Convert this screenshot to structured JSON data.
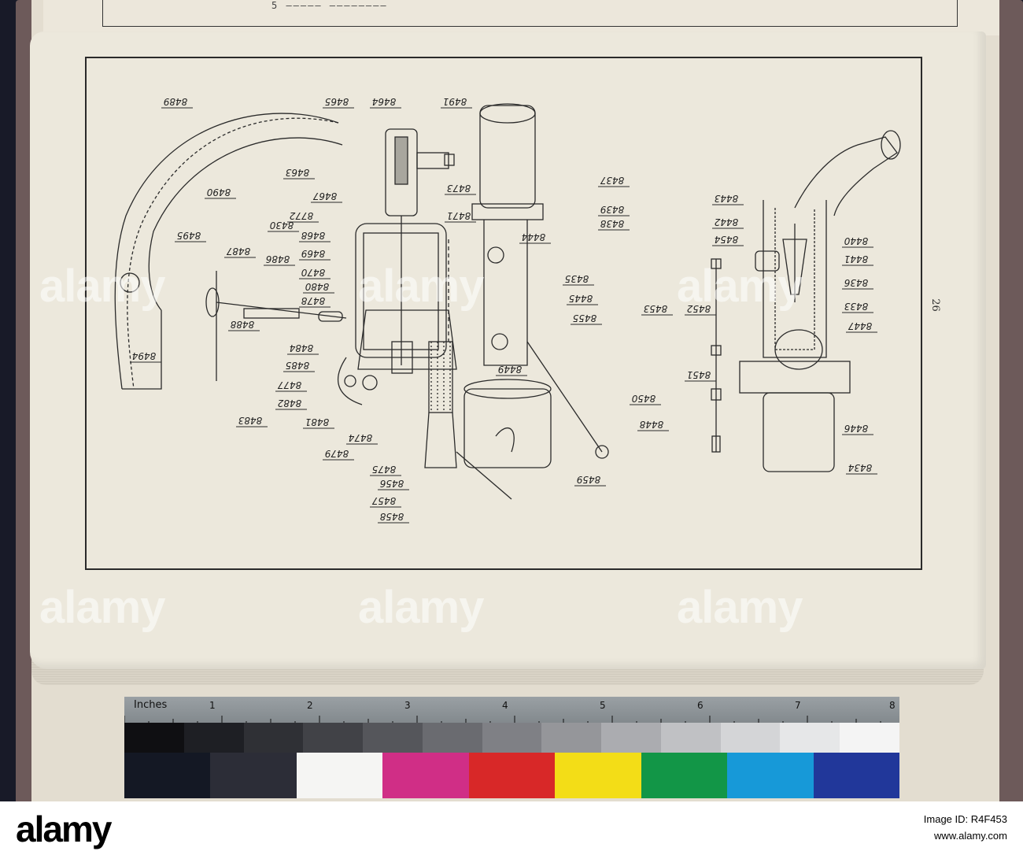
{
  "page": {
    "header_fragment": "5 ————— ————————",
    "page_number": "26"
  },
  "drawing": {
    "labels": [
      "8489",
      "8465",
      "8464",
      "8491",
      "8463",
      "8467",
      "8490",
      "8772",
      "8430",
      "8468",
      "8469",
      "8495",
      "8487",
      "8486",
      "8470",
      "8480",
      "8478",
      "8494",
      "8488",
      "8484",
      "8485",
      "8477",
      "8482",
      "8483",
      "8481",
      "8474",
      "8479",
      "8475",
      "8456",
      "8457",
      "8458",
      "8459",
      "8437",
      "8439",
      "8438",
      "8444",
      "8473",
      "8471",
      "8435",
      "8445",
      "8455",
      "8449",
      "8450",
      "8448",
      "8443",
      "8442",
      "8454",
      "8440",
      "8441",
      "8436",
      "8433",
      "8453",
      "8452",
      "8447",
      "8451",
      "8446",
      "8434"
    ]
  },
  "ruler": {
    "unit_label": "Inches",
    "numbers": [
      "1",
      "2",
      "3",
      "4",
      "5",
      "6",
      "7",
      "8"
    ]
  },
  "swatches": {
    "grays": [
      "#0f0f12",
      "#1e1f24",
      "#2f3035",
      "#414247",
      "#55565b",
      "#6a6b70",
      "#7f8085",
      "#95969a",
      "#abacb0",
      "#c0c1c4",
      "#d4d5d7",
      "#e6e7e8",
      "#f4f4f4"
    ],
    "colors": [
      "#141824",
      "#2c2d37",
      "#f5f5f3",
      "#d02e86",
      "#d82828",
      "#f3dd17",
      "#129647",
      "#1799d8",
      "#21379a"
    ]
  },
  "watermark": {
    "text": "alamy"
  },
  "footer": {
    "logo": "alamy",
    "image_id_label": "Image ID: R4F453",
    "site": "www.alamy.com"
  }
}
